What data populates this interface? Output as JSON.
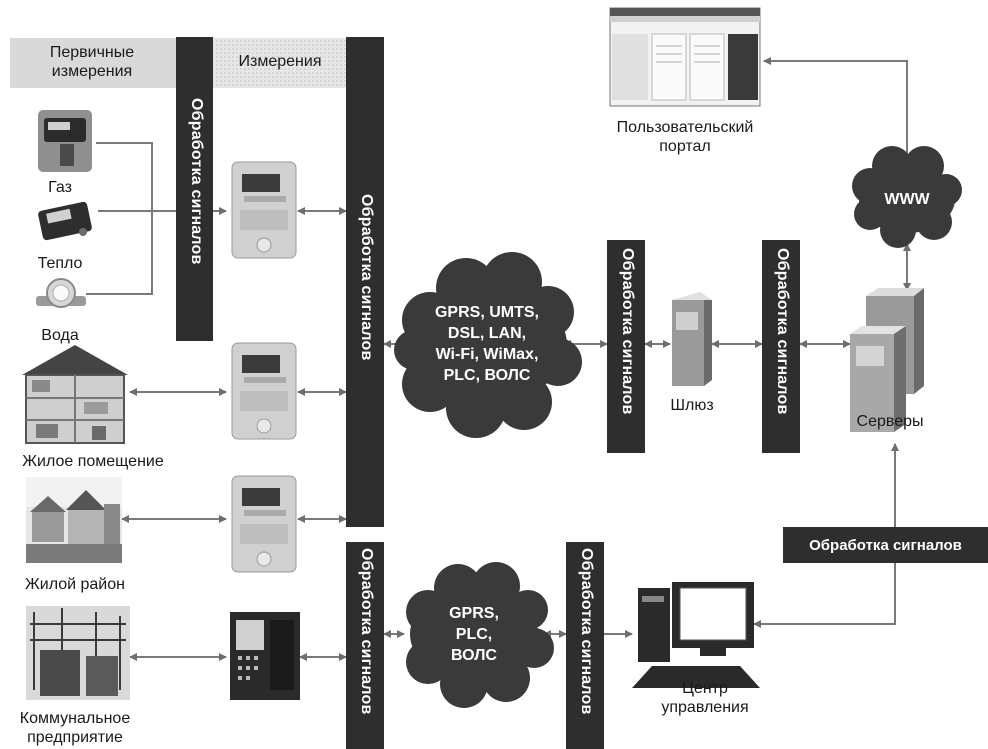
{
  "headers": {
    "primary": "Первичные измерения",
    "measurements": "Измерения"
  },
  "signal_processing": "Обработка сигналов",
  "sources": {
    "gas": "Газ",
    "heat": "Тепло",
    "water": "Вода",
    "residential_premises": "Жилое помещение",
    "residential_district": "Жилой район",
    "utility": "Коммунальное предприятие"
  },
  "clouds": {
    "main": [
      "GPRS, UMTS,",
      "DSL, LAN,",
      "Wi-Fi, WiMax,",
      "PLC, ВОЛС"
    ],
    "lower": [
      "GPRS,",
      "PLC,",
      "ВОЛС"
    ],
    "internet": "WWW"
  },
  "nodes": {
    "gateway": "Шлюз",
    "servers": "Серверы",
    "user_portal": "Пользовательский портал",
    "control_center": "Центр управления"
  },
  "colors": {
    "bar": "#2e2e2e",
    "cloud": "#3a3a3a",
    "connector": "#7a7a7a"
  }
}
